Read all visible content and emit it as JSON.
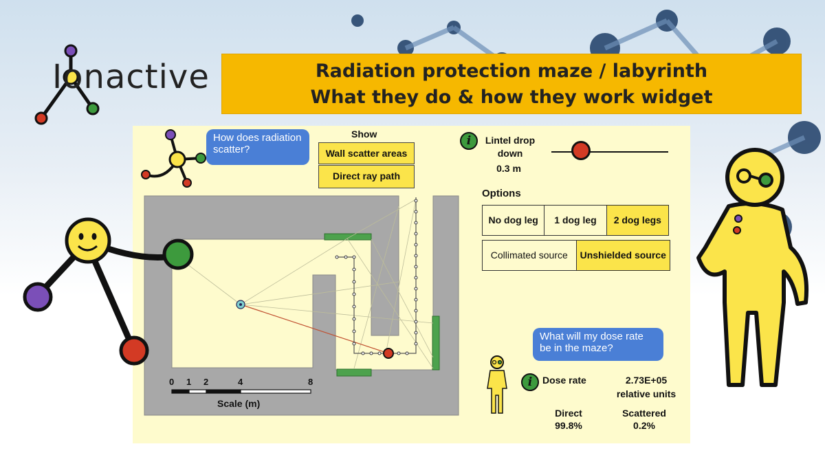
{
  "brand": {
    "logo_text": "Ionactive"
  },
  "title": {
    "line1": "Radiation protection maze / labyrinth",
    "line2": "What they do & how they work widget"
  },
  "bubbles": {
    "scatter_question": "How does radiation scatter?",
    "dose_question": "What will my dose rate be in the maze?"
  },
  "show": {
    "label": "Show",
    "wall_scatter": "Wall scatter areas",
    "direct_ray": "Direct ray path"
  },
  "lintel": {
    "label": "Lintel drop down",
    "value": "0.3 m",
    "slider_fraction": 0.25
  },
  "options": {
    "label": "Options",
    "dog_leg": [
      {
        "label": "No dog leg",
        "selected": false
      },
      {
        "label": "1 dog leg",
        "selected": false
      },
      {
        "label": "2 dog legs",
        "selected": true
      }
    ],
    "source": [
      {
        "label": "Collimated source",
        "selected": false
      },
      {
        "label": "Unshielded source",
        "selected": true
      }
    ]
  },
  "dose": {
    "label": "Dose rate",
    "value": "2.73E+05",
    "units": "relative units",
    "direct_label": "Direct",
    "direct_value": "99.8%",
    "scattered_label": "Scattered",
    "scattered_value": "0.2%"
  },
  "scale": {
    "ticks": [
      "0",
      "1",
      "2",
      "4",
      "8"
    ],
    "label": "Scale (m)"
  },
  "colors": {
    "banner": "#f6b800",
    "panel": "#fefbcd",
    "button_yellow": "#fbe44a",
    "wall_gray": "#a8a8a8",
    "scatter_green": "#3d9a3d",
    "source_red": "#d33a24",
    "bubble_blue": "#4a7fd6"
  },
  "icons": [
    "info-icon",
    "radiation-source-icon",
    "detector-icon",
    "mascot-figure"
  ]
}
